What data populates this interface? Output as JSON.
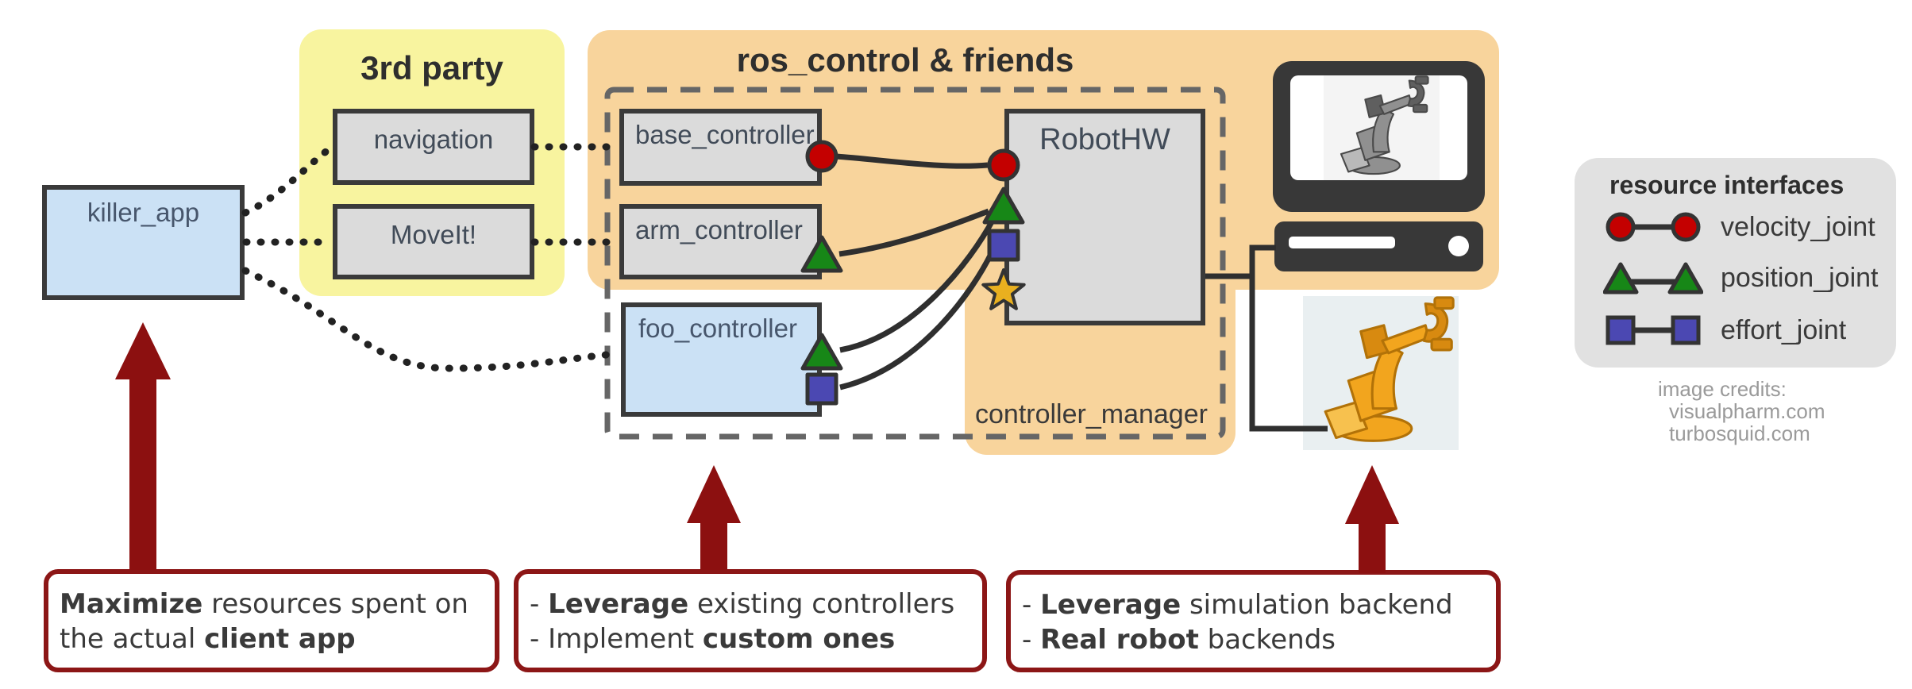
{
  "groups": {
    "third_party": {
      "label": "3rd party"
    },
    "ros_control": {
      "label": "ros_control & friends"
    },
    "controller_manager": {
      "label": "controller_manager"
    }
  },
  "nodes": {
    "killer_app": {
      "label": "killer_app"
    },
    "navigation": {
      "label": "navigation"
    },
    "moveit": {
      "label": "MoveIt!"
    },
    "base_controller": {
      "label": "base_controller"
    },
    "arm_controller": {
      "label": "arm_controller"
    },
    "foo_controller": {
      "label": "foo_controller"
    },
    "robot_hw": {
      "label": "RobotHW"
    }
  },
  "legend": {
    "title": "resource interfaces",
    "items": [
      {
        "label": "velocity_joint",
        "marker": "circle-pair-icon",
        "color": "#C40000"
      },
      {
        "label": "position_joint",
        "marker": "triangle-pair-icon",
        "color": "#178717"
      },
      {
        "label": "effort_joint",
        "marker": "square-pair-icon",
        "color": "#4B48B2"
      }
    ],
    "credits": {
      "line1": "image credits:",
      "line2": "visualpharm.com",
      "line3": "turbosquid.com"
    }
  },
  "callouts": [
    {
      "lines": [
        [
          {
            "t": "Maximize",
            "b": true
          },
          {
            "t": " resources spent on",
            "b": false
          }
        ],
        [
          {
            "t": "the actual ",
            "b": false
          },
          {
            "t": "client app",
            "b": true
          }
        ]
      ]
    },
    {
      "lines": [
        [
          {
            "t": "- ",
            "b": false
          },
          {
            "t": "Leverage",
            "b": true
          },
          {
            "t": " existing controllers",
            "b": false
          }
        ],
        [
          {
            "t": "- Implement ",
            "b": false
          },
          {
            "t": "custom ones",
            "b": true
          }
        ]
      ]
    },
    {
      "lines": [
        [
          {
            "t": "- ",
            "b": false
          },
          {
            "t": "Leverage",
            "b": true
          },
          {
            "t": " simulation backend",
            "b": false
          }
        ],
        [
          {
            "t": "- ",
            "b": false
          },
          {
            "t": "Real robot",
            "b": true
          },
          {
            "t": " backends",
            "b": false
          }
        ]
      ]
    }
  ],
  "colors": {
    "third_party_bg": "#F8F49F",
    "ros_control_bg": "#F8D49C",
    "node_gray": "#DBDBDB",
    "node_blue": "#CBE1F5",
    "node_border": "#3A3A3A",
    "dashed_boundary": "#666666",
    "velocity_joint": "#C40000",
    "position_joint": "#178717",
    "effort_joint": "#4B48B2",
    "unclaimed_star": "#E9B01F",
    "callout_border": "#8C1616",
    "arrow_red": "#8C1010"
  }
}
